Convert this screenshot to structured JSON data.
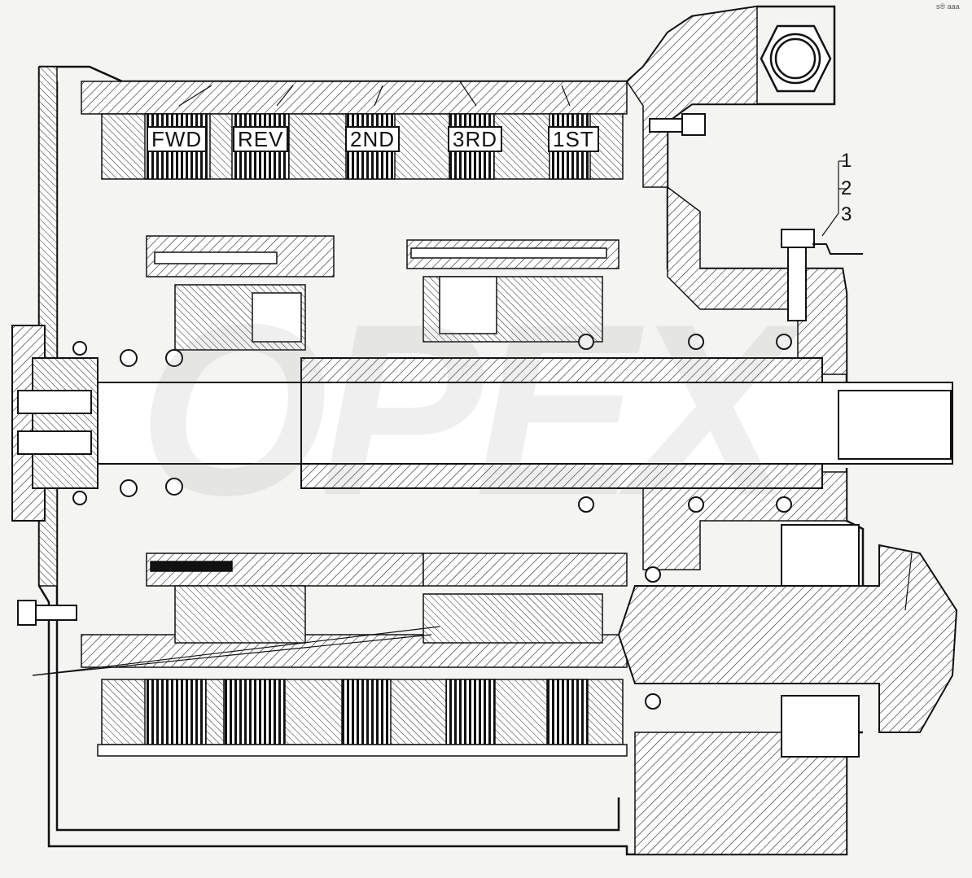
{
  "clutches": [
    "FWD",
    "REV",
    "2ND",
    "3RD",
    "1ST"
  ],
  "callouts": [
    "1",
    "2",
    "3"
  ],
  "corner_mark": "s® aaa",
  "watermark": "OPEX"
}
